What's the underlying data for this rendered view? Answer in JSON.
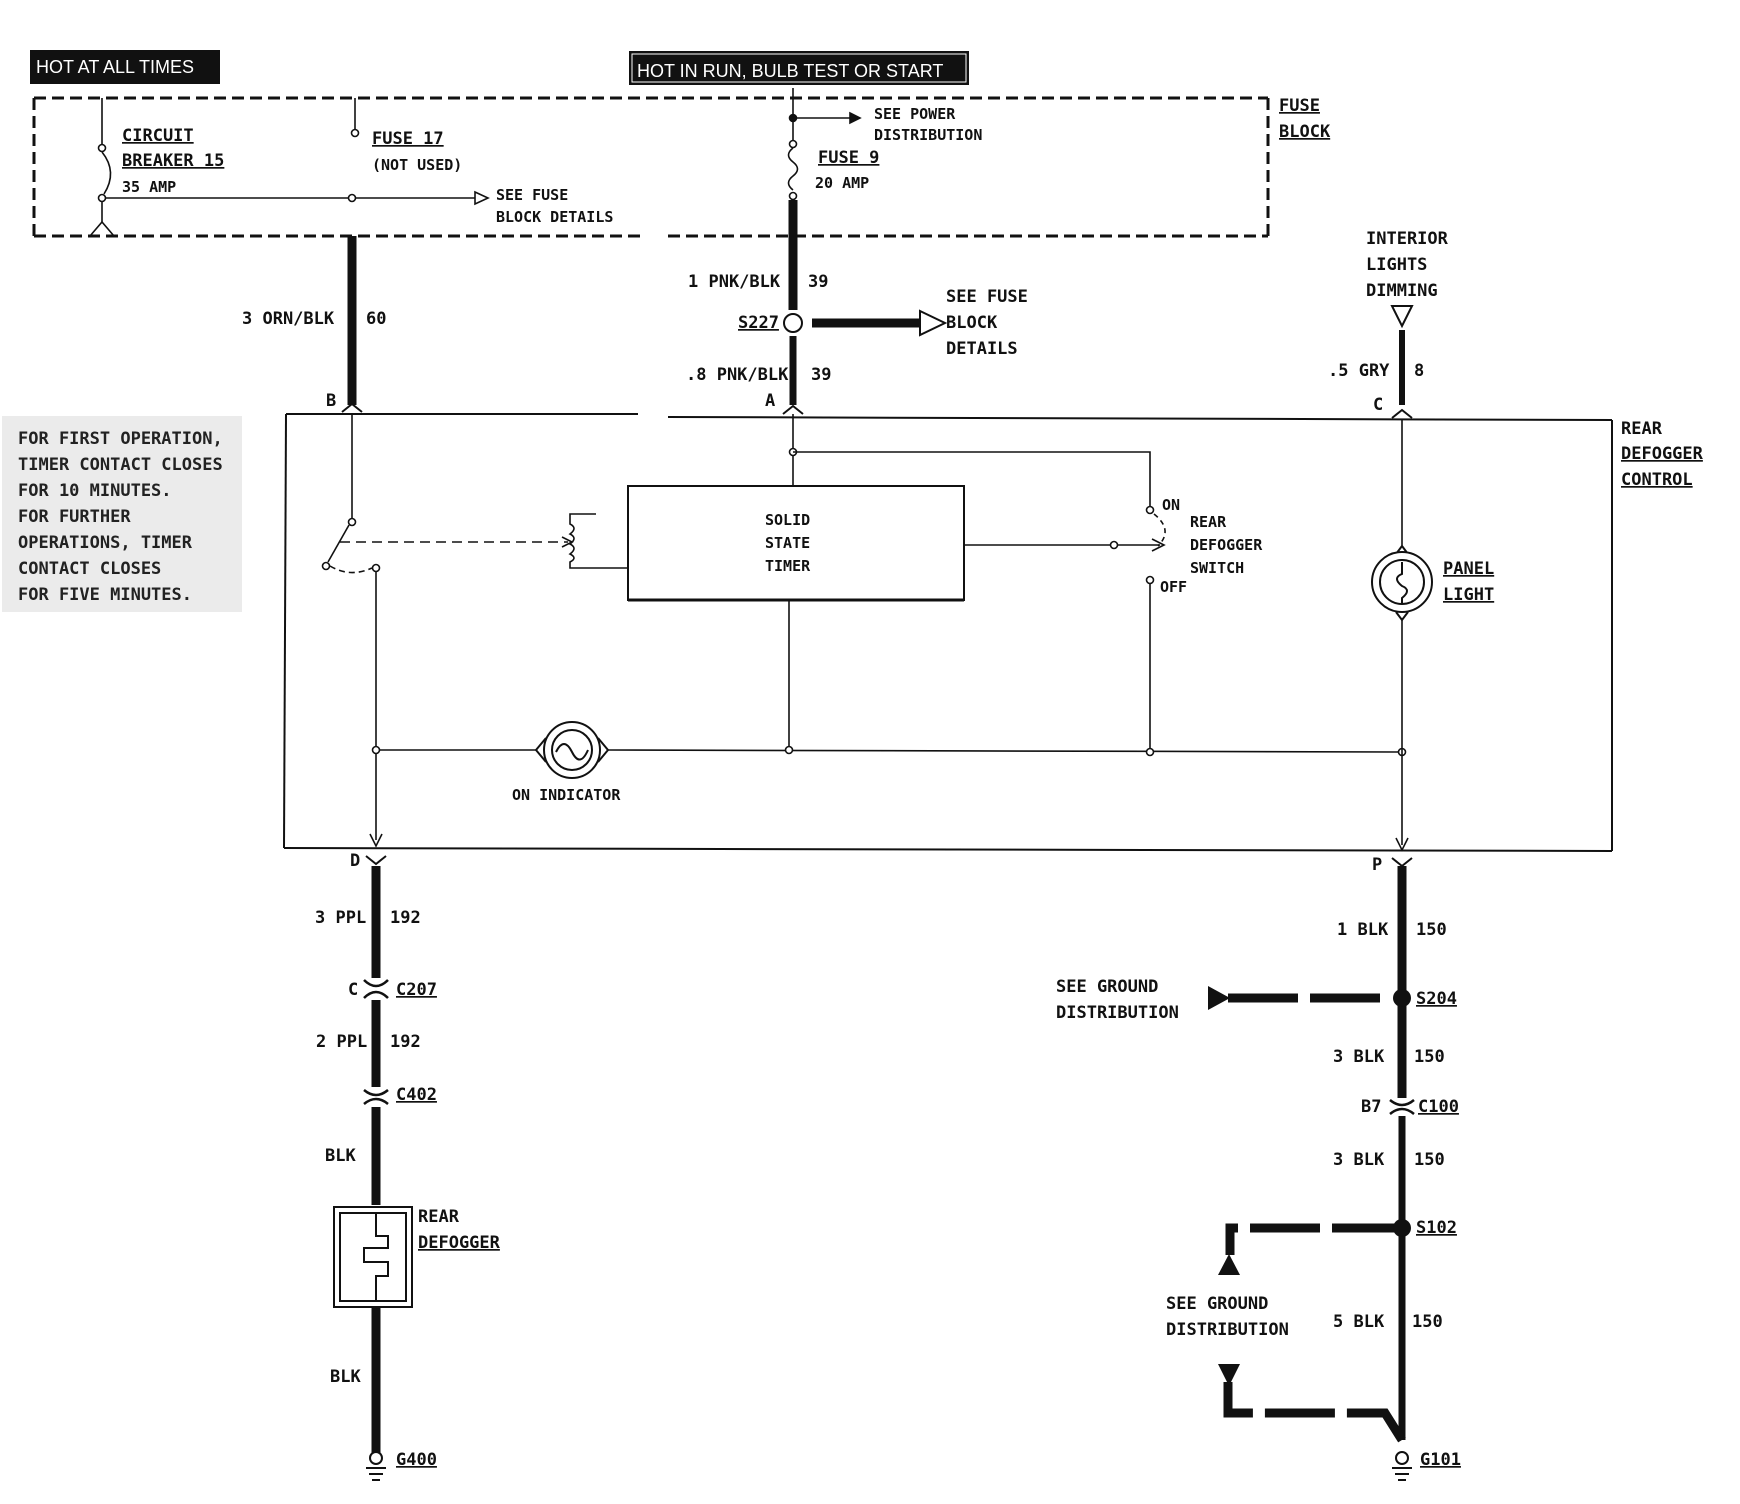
{
  "banners": {
    "hot_at_all_times": "HOT AT ALL TIMES",
    "hot_in_run": "HOT IN RUN, BULB TEST OR START"
  },
  "fuse_block": {
    "title_line1": "FUSE",
    "title_line2": "BLOCK",
    "circuit_breaker_line1": "CIRCUIT",
    "circuit_breaker_line2": "BREAKER 15",
    "circuit_breaker_rating": "35 AMP",
    "fuse17": "FUSE 17",
    "fuse17_note": "(NOT USED)",
    "see_fuse_block_details_1": "SEE FUSE",
    "see_fuse_block_details_2": "BLOCK DETAILS",
    "see_power_1": "SEE POWER",
    "see_power_2": "DISTRIBUTION",
    "fuse9": "FUSE 9",
    "fuse9_rating": "20 AMP"
  },
  "wires": {
    "w_orn_blk": "3 ORN/BLK",
    "w_orn_blk_circuit": "60",
    "w_pnk_blk_1": "1 PNK/BLK",
    "w_pnk_blk_1_circuit": "39",
    "w_pnk_blk_8": ".8 PNK/BLK",
    "w_pnk_blk_8_circuit": "39",
    "w_gry": ".5 GRY",
    "w_gry_circuit": "8",
    "w_ppl_3": "3 PPL",
    "w_ppl_3_circuit": "192",
    "w_ppl_2": "2 PPL",
    "w_ppl_2_circuit": "192",
    "w_blk_a": "BLK",
    "w_blk_b": "BLK",
    "w_blk_1": "1 BLK",
    "w_blk_1_circuit": "150",
    "w_blk_3a": "3 BLK",
    "w_blk_3a_circuit": "150",
    "w_blk_3b": "3 BLK",
    "w_blk_3b_circuit": "150",
    "w_blk_5": "5 BLK",
    "w_blk_5_circuit": "150"
  },
  "splices": {
    "s227": "S227",
    "see_fuse_1": "SEE FUSE",
    "see_fuse_2": "BLOCK",
    "see_fuse_3": "DETAILS",
    "s204": "S204",
    "s102": "S102",
    "see_ground_1a": "SEE GROUND",
    "see_ground_1b": "DISTRIBUTION",
    "see_ground_2a": "SEE GROUND",
    "see_ground_2b": "DISTRIBUTION"
  },
  "connectors": {
    "c207": "C207",
    "c207_pin": "C",
    "c402": "C402",
    "c100": "C100",
    "c100_pin": "B7",
    "g400": "G400",
    "g101": "G101"
  },
  "pins": {
    "b": "B",
    "a": "A",
    "c": "C",
    "d": "D",
    "p": "P"
  },
  "interior_lights": {
    "line1": "INTERIOR",
    "line2": "LIGHTS",
    "line3": "DIMMING"
  },
  "control": {
    "title_line1": "REAR",
    "title_line2": "DEFOGGER",
    "title_line3": "CONTROL",
    "timer_line1": "SOLID",
    "timer_line2": "STATE",
    "timer_line3": "TIMER",
    "switch_on": "ON",
    "switch_off": "OFF",
    "switch_line1": "REAR",
    "switch_line2": "DEFOGGER",
    "switch_line3": "SWITCH",
    "panel_light_1": "PANEL",
    "panel_light_2": "LIGHT",
    "on_indicator": "ON INDICATOR"
  },
  "rear_defogger": {
    "line1": "REAR",
    "line2": "DEFOGGER"
  },
  "note": {
    "line1": "FOR FIRST OPERATION,",
    "line2": "TIMER CONTACT CLOSES",
    "line3": "FOR 10 MINUTES.",
    "line4": "FOR FURTHER",
    "line5": "OPERATIONS, TIMER",
    "line6": "CONTACT CLOSES",
    "line7": "FOR FIVE MINUTES."
  }
}
